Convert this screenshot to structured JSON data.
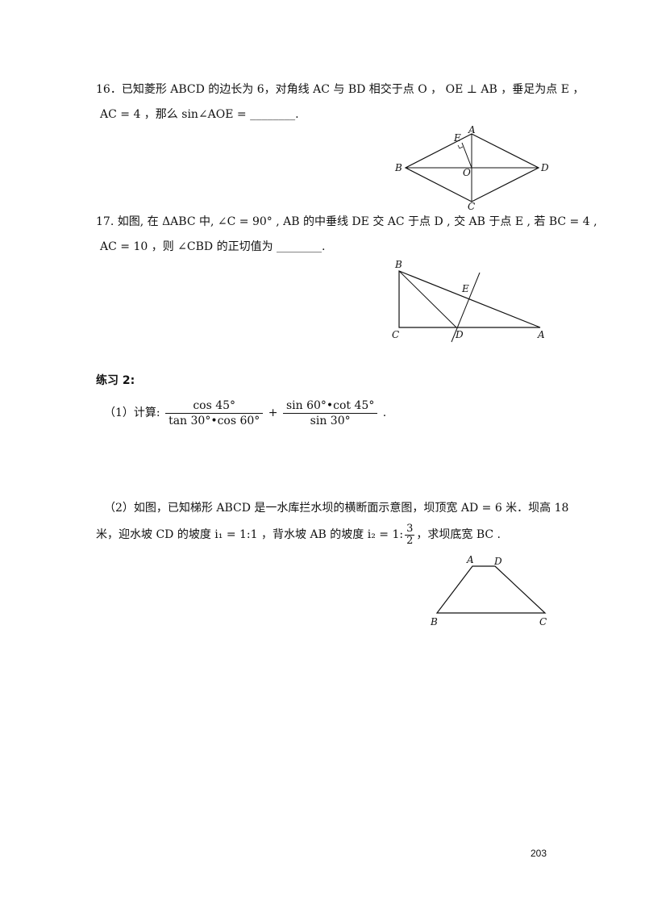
{
  "q16": {
    "line1": "16．已知菱形 ABCD 的边长为 6，对角线 AC 与 BD 相交于点 O ， OE ⊥ AB ，垂足为点 E ，",
    "line2": "AC = 4 ，那么 sin∠AOE = ________."
  },
  "fig16": {
    "labels": {
      "A": "A",
      "B": "B",
      "C": "C",
      "D": "D",
      "E": "E",
      "O": "O"
    }
  },
  "q17": {
    "line1": "17. 如图, 在 ΔABC 中, ∠C = 90° , AB 的中垂线 DE 交 AC 于点 D , 交 AB 于点 E , 若 BC = 4 ,",
    "line2": "AC = 10 ，则 ∠CBD 的正切值为 ________."
  },
  "fig17": {
    "labels": {
      "B": "B",
      "E": "E",
      "C": "C",
      "D": "D",
      "A": "A"
    }
  },
  "exercise2": {
    "title": "练习 2:",
    "p1_prefix": "（1）计算:",
    "frac1_num": "cos 45°",
    "frac1_den": "tan 30°•cos 60°",
    "plus": "+",
    "frac2_num": "sin 60°•cot 45°",
    "frac2_den": "sin 30°",
    "p1_end": ".",
    "p2_line1": "（2）如图，已知梯形 ABCD 是一水库拦水坝的横断面示意图，坝顶宽 AD = 6 米．坝高 18",
    "p2_line2_a": "米，迎水坡 CD 的坡度 i₁ = 1:1 ，背水坡 AB 的坡度 i₂ = 1:",
    "p2_frac_num": "3",
    "p2_frac_den": "2",
    "p2_line2_b": "，求坝底宽 BC ."
  },
  "fig_trap": {
    "labels": {
      "A": "A",
      "D": "D",
      "B": "B",
      "C": "C"
    }
  },
  "page_number": "203"
}
